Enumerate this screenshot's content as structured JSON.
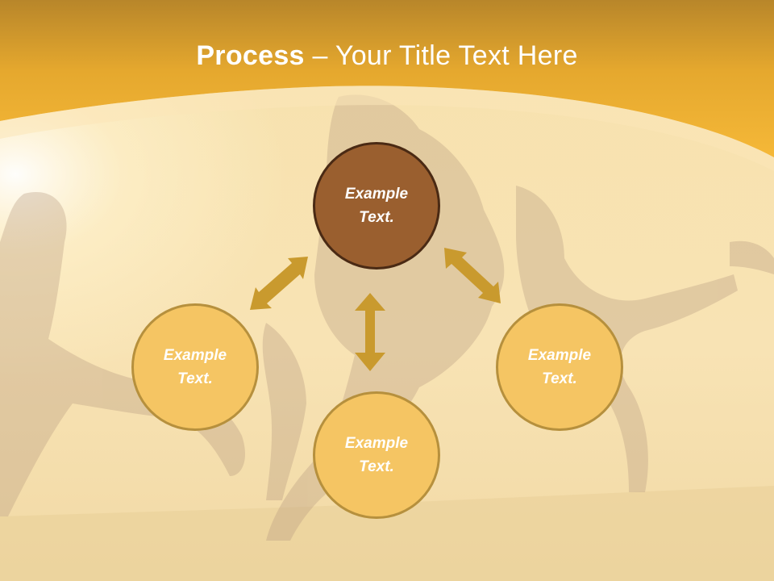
{
  "slide": {
    "title_bold": "Process",
    "title_rest": " – Your Title Text Here"
  },
  "diagram": {
    "nodes": [
      {
        "id": "top",
        "label": "Example Text.",
        "role": "primary"
      },
      {
        "id": "left",
        "label": "Example Text.",
        "role": "secondary"
      },
      {
        "id": "bottom",
        "label": "Example Text.",
        "role": "secondary"
      },
      {
        "id": "right",
        "label": "Example Text.",
        "role": "secondary"
      }
    ],
    "connections": [
      {
        "from": "top",
        "to": "left",
        "direction": "both"
      },
      {
        "from": "top",
        "to": "right",
        "direction": "both"
      },
      {
        "from": "top",
        "to": "bottom",
        "direction": "both"
      }
    ]
  },
  "colors": {
    "header_gold": "#f2b232",
    "primary_node": "#9a5f2f",
    "primary_border": "#4a2a14",
    "secondary_node": "#f5c563",
    "secondary_border": "#b6903d",
    "arrow": "#c99a2e"
  }
}
